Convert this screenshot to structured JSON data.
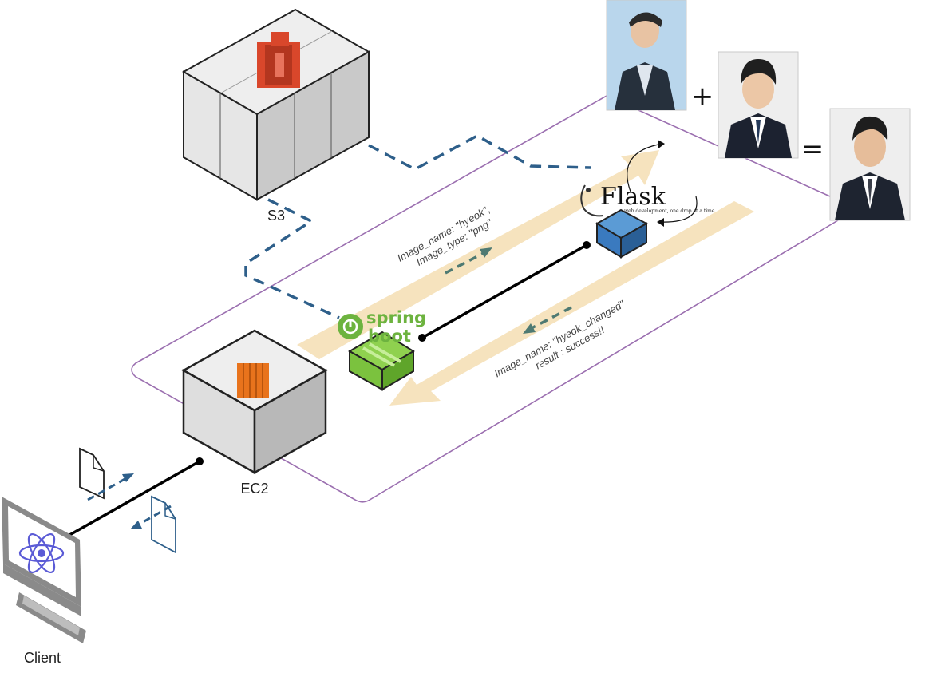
{
  "nodes": {
    "s3": {
      "label": "S3",
      "icon": "s3-bucket-icon"
    },
    "ec2": {
      "label": "EC2",
      "icon": "ec2-instance-icon"
    },
    "client": {
      "label": "Client",
      "icon": "react-monitor-icon"
    },
    "spring": {
      "logo_text_1": "spring",
      "logo_text_2": "boot",
      "icon": "spring-boot-icon"
    },
    "flask": {
      "logo_text": "Flask",
      "tagline": "web development, one drop at a time",
      "icon": "flask-icon"
    }
  },
  "messages": {
    "request": {
      "line1": "Image_name: \"hyeok\",",
      "line2": "Image_type: \"png\""
    },
    "response": {
      "line1": "Image_name: \"hyeok_changed\"",
      "line2": "result : success!!"
    }
  },
  "photo_equation": {
    "plus": "+",
    "equals": "="
  },
  "colors": {
    "dashed_link": "#2e5f8a",
    "flow_arrow": "#f5deb3",
    "boundary": "#9b6fb0",
    "spring_green": "#6db33f",
    "flask_blue": "#3a7abf",
    "ec2_orange": "#e8731c",
    "s3_red": "#d9472b"
  }
}
